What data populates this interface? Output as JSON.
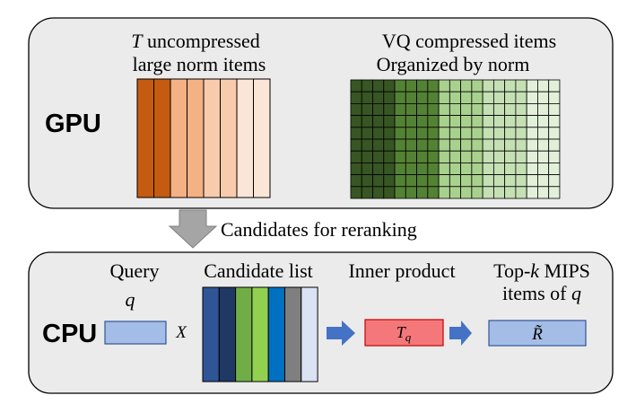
{
  "gpu": {
    "label": "GPU",
    "uncompressed": {
      "title_var": "T",
      "title_rest": " uncompressed",
      "title_line2": "large norm items",
      "column_colors": [
        "#c55a11",
        "#c55a11",
        "#f4b183",
        "#f4b183",
        "#f8cbad",
        "#f8cbad",
        "#fbe5d6",
        "#fbe5d6"
      ]
    },
    "vq": {
      "title_line1": "VQ compressed items",
      "title_line2": "Organized by norm",
      "column_colors": [
        "#375623",
        "#375623",
        "#375623",
        "#375623",
        "#548235",
        "#548235",
        "#548235",
        "#548235",
        "#a9d18e",
        "#a9d18e",
        "#a9d18e",
        "#a9d18e",
        "#c5e0b4",
        "#c5e0b4",
        "#c5e0b4",
        "#c5e0b4",
        "#e2f0d9",
        "#e2f0d9",
        "#e2f0d9"
      ],
      "rows": 10
    }
  },
  "transfer": {
    "label": "Candidates for reranking",
    "arrow_color": "#a5a5a5"
  },
  "cpu": {
    "label": "CPU",
    "query": {
      "title": "Query",
      "symbol": "q",
      "fill": "#a4bde6"
    },
    "times": "X",
    "candidate_list": {
      "title": "Candidate list",
      "column_colors": [
        "#2f5597",
        "#203864",
        "#70ad47",
        "#92d050",
        "#0070c0",
        "#7f7f7f",
        "#dae3f3"
      ]
    },
    "inner_product": {
      "title": "Inner product",
      "symbol": "T",
      "subscript": "q",
      "fill": "#f4787a"
    },
    "result": {
      "title_line1_pre": "Top-",
      "title_line1_var": "k",
      "title_line1_post": " MIPS",
      "title_line2_pre": "items of ",
      "title_line2_var": "q",
      "symbol": "R̃",
      "fill": "#a4bde6"
    },
    "arrow_color": "#4472c4"
  }
}
